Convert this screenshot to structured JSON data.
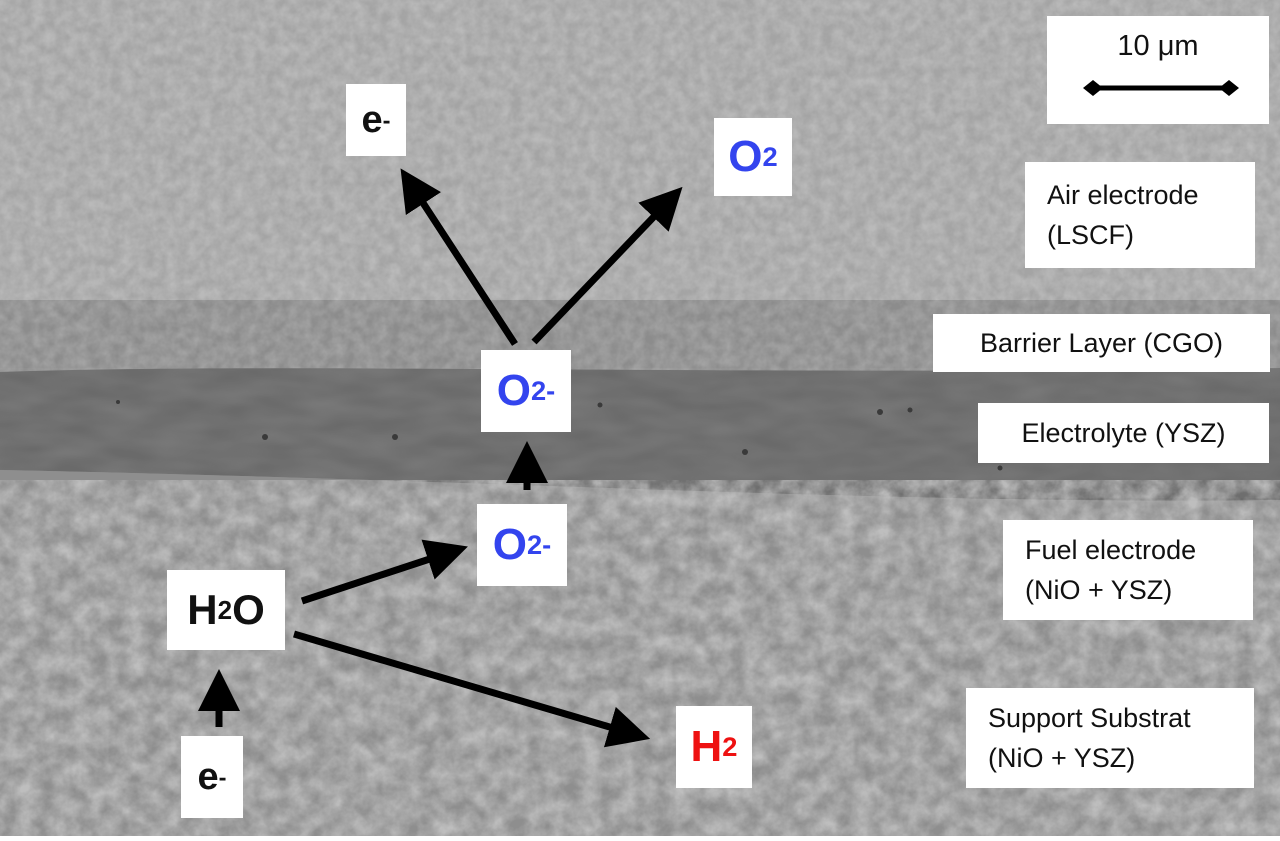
{
  "scale_bar": {
    "label": "10 μm"
  },
  "species": {
    "e_top": {
      "base": "e",
      "sup": "-",
      "color": "#111111"
    },
    "o2_gas": {
      "base": "O",
      "sub": "2",
      "color": "#3344ee"
    },
    "o_ion_electrolyte": {
      "base": "O",
      "sup": "2-",
      "color": "#3344ee"
    },
    "o_ion_fuel": {
      "base": "O",
      "sup": "2-",
      "color": "#3344ee"
    },
    "h2o": {
      "base": "H",
      "sub": "2",
      "tail": "O",
      "color": "#111111"
    },
    "h2": {
      "base": "H",
      "sub": "2",
      "color": "#ee1111"
    },
    "e_bottom": {
      "base": "e",
      "sup": "-",
      "color": "#111111"
    }
  },
  "layers": {
    "air_electrode": {
      "line1": "Air electrode",
      "line2": "(LSCF)"
    },
    "barrier_layer": {
      "text": "Barrier Layer (CGO)"
    },
    "electrolyte": {
      "text": "Electrolyte (YSZ)"
    },
    "fuel_electrode": {
      "line1": "Fuel electrode",
      "line2": "(NiO + YSZ)"
    },
    "support_substrat": {
      "line1": "Support Substrat",
      "line2": "(NiO + YSZ)"
    }
  }
}
